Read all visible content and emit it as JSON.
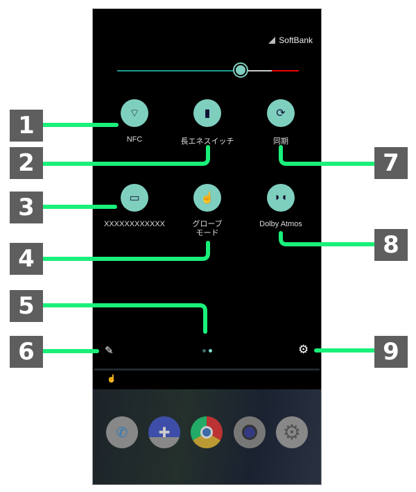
{
  "status": {
    "carrier": "SoftBank"
  },
  "brightness": {
    "level": 0.68
  },
  "tiles": [
    {
      "label": "NFC",
      "icon": "nfc-icon"
    },
    {
      "label": "長エネスイッチ",
      "icon": "battery-icon"
    },
    {
      "label": "同期",
      "icon": "sync-icon"
    },
    {
      "label": "XXXXXXXXXXXX",
      "icon": "cast-icon"
    },
    {
      "label": "グローブ\nモード",
      "icon": "glove-hand-icon"
    },
    {
      "label": "Dolby Atmos",
      "icon": "dolby-icon"
    }
  ],
  "callouts": [
    "1",
    "2",
    "3",
    "4",
    "5",
    "6",
    "7",
    "8",
    "9"
  ],
  "pager": {
    "pages": 2,
    "current": 2
  },
  "dock": [
    "phone",
    "softbank-plus-message",
    "chrome",
    "camera",
    "settings"
  ],
  "colors": {
    "accent": "#19f07a",
    "tile": "#7fcfbf",
    "callout_box": "#5e5e5e"
  }
}
